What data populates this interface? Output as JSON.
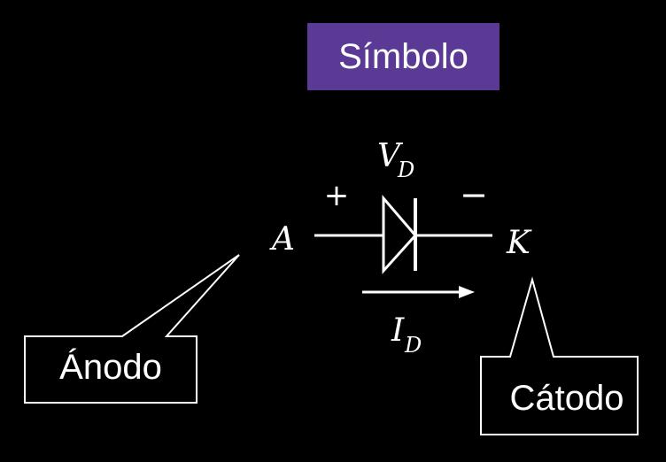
{
  "title": "Símbolo",
  "diagram": {
    "voltage_label": "V",
    "voltage_subscript": "D",
    "current_label": "I",
    "current_subscript": "D",
    "plus_sign": "+",
    "minus_sign": "−",
    "anode_terminal": "A",
    "cathode_terminal": "K"
  },
  "callouts": {
    "anode": "Ánodo",
    "cathode": "Cátodo"
  },
  "colors": {
    "background": "#000000",
    "title_box": "#5b3a96",
    "ink": "#ffffff"
  }
}
